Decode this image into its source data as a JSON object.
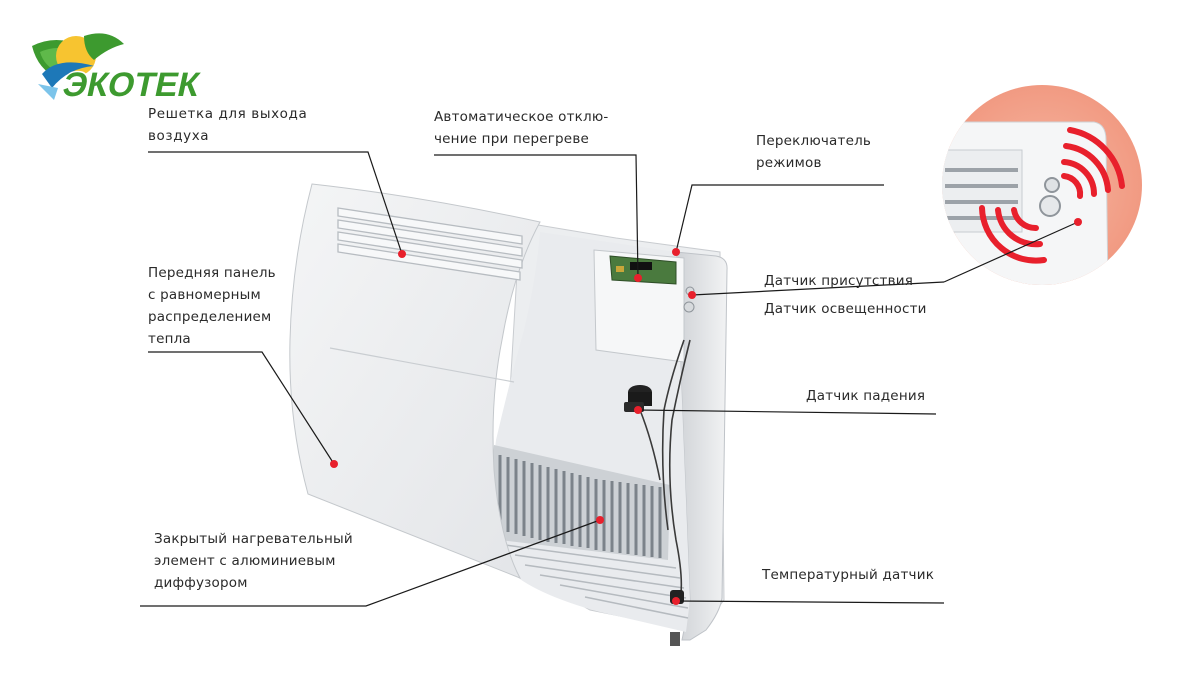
{
  "brand": {
    "name": "ЭКОТЕК",
    "primary_green": "#3d9a2f",
    "accent_blue": "#1d78b8",
    "accent_yellow": "#f7c430"
  },
  "callout_color": "#e8202c",
  "labels": {
    "air_grille": [
      "Решетка для выхода",
      "воздуха"
    ],
    "overheat": [
      "Автоматическое отклю-",
      "чение при перегреве"
    ],
    "mode_switch": [
      "Переключатель",
      "режимов"
    ],
    "front_panel": [
      "Передняя панель",
      "с равномерным",
      "распределением",
      "тепла"
    ],
    "presence_sensor": "Датчик присутствия",
    "light_sensor": "Датчик освещенности",
    "fall_sensor": "Датчик падения",
    "heating_element": [
      "Закрытый нагревательный",
      "элемент с алюминиевым",
      "диффузором"
    ],
    "temp_sensor": "Температурный датчик"
  }
}
